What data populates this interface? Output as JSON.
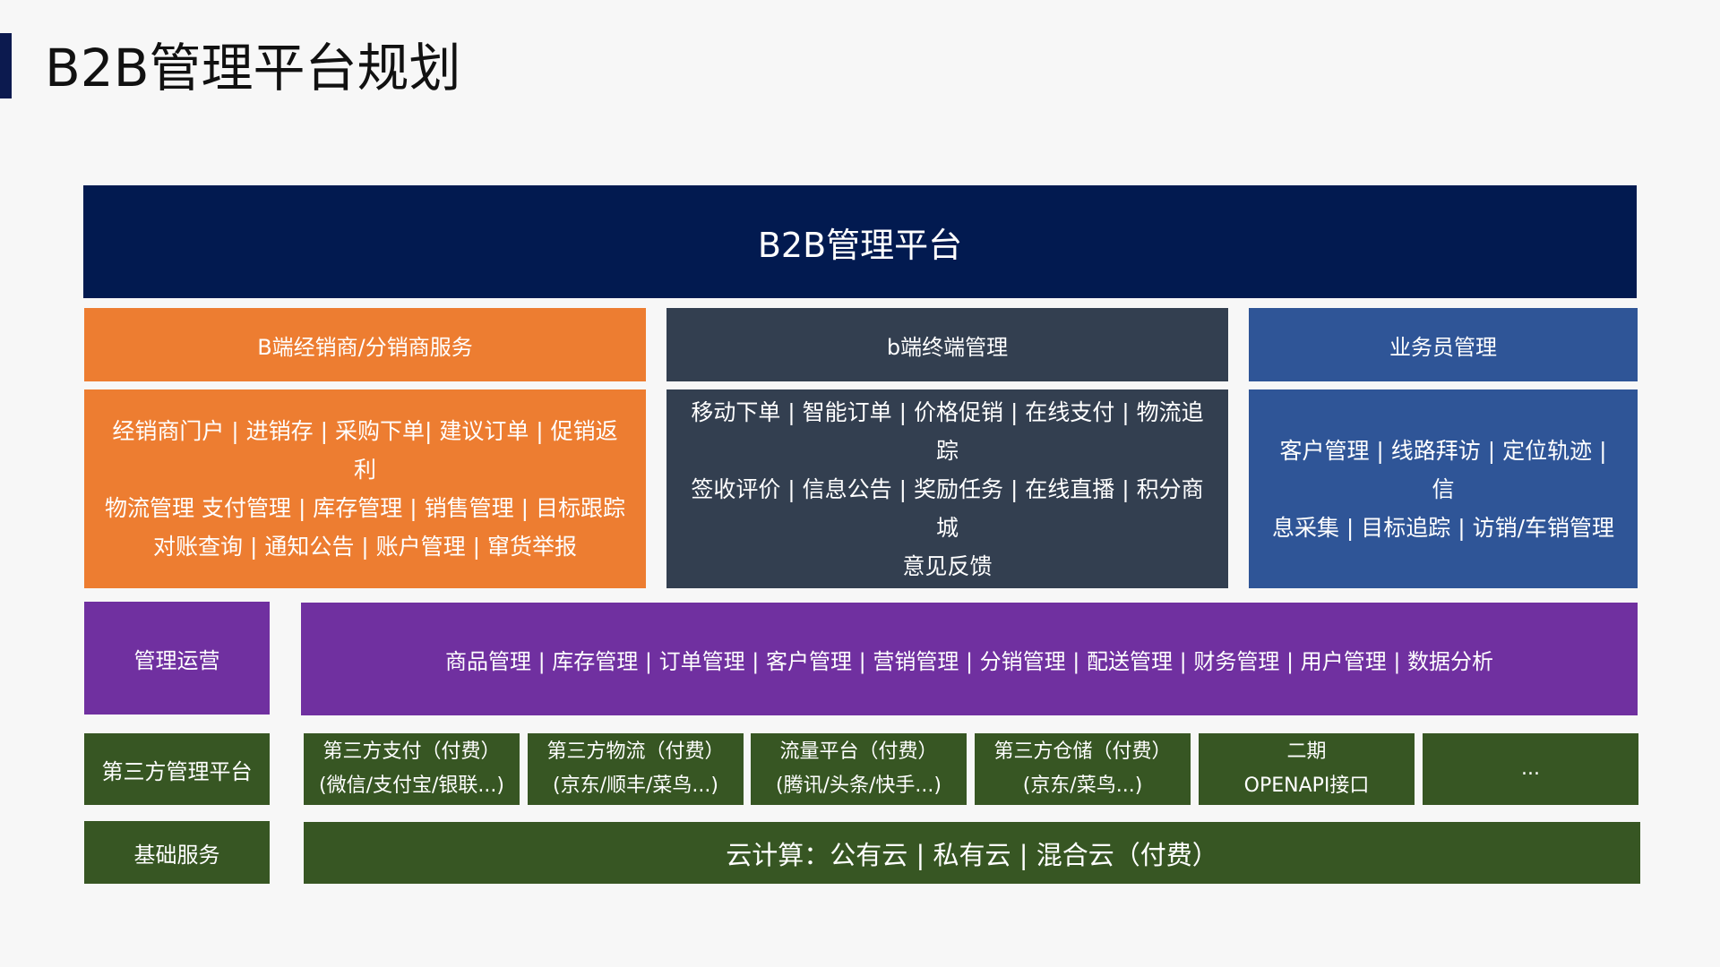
{
  "page_title": "B2B管理平台规划",
  "platform": {
    "title": "B2B管理平台"
  },
  "columns": [
    {
      "header": "B端经销商/分销商服务",
      "lines": [
        "经销商门户 | 进销存 | 采购下单| 建议订单 | 促销返利",
        "物流管理  支付管理 | 库存管理 | 销售管理 | 目标跟踪",
        "对账查询 | 通知公告 | 账户管理 | 窜货举报"
      ]
    },
    {
      "header": "b端终端管理",
      "lines": [
        "移动下单 | 智能订单 | 价格促销 | 在线支付 | 物流追踪",
        "签收评价  | 信息公告 | 奖励任务 | 在线直播 | 积分商城",
        "意见反馈"
      ]
    },
    {
      "header": "业务员管理",
      "lines": [
        "客户管理 |  线路拜访 | 定位轨迹 | 信",
        "息采集 | 目标追踪 | 访销/车销管理"
      ]
    }
  ],
  "operations": {
    "label": "管理运营",
    "content": "商品管理 | 库存管理 | 订单管理 | 客户管理 | 营销管理 | 分销管理 | 配送管理 | 财务管理 | 用户管理 | 数据分析"
  },
  "third_party": {
    "label": "第三方管理平台",
    "items": [
      {
        "line1": "第三方支付（付费）",
        "line2": "(微信/支付宝/银联...)"
      },
      {
        "line1": "第三方物流（付费）",
        "line2": "(京东/顺丰/菜鸟...)"
      },
      {
        "line1": "流量平台（付费）",
        "line2": "(腾讯/头条/快手...)"
      },
      {
        "line1": "第三方仓储（付费）",
        "line2": "(京东/菜鸟...)"
      },
      {
        "line1": "二期",
        "line2": "OPENAPI接口"
      },
      {
        "line1": "...",
        "line2": ""
      }
    ]
  },
  "base": {
    "label": "基础服务",
    "content": "云计算：公有云 | 私有云 | 混合云（付费）"
  },
  "colors": {
    "navy": "#021a50",
    "orange": "#ed7d31",
    "slate": "#333f50",
    "blue": "#2f5597",
    "purple": "#7030a0",
    "green": "#375623"
  }
}
